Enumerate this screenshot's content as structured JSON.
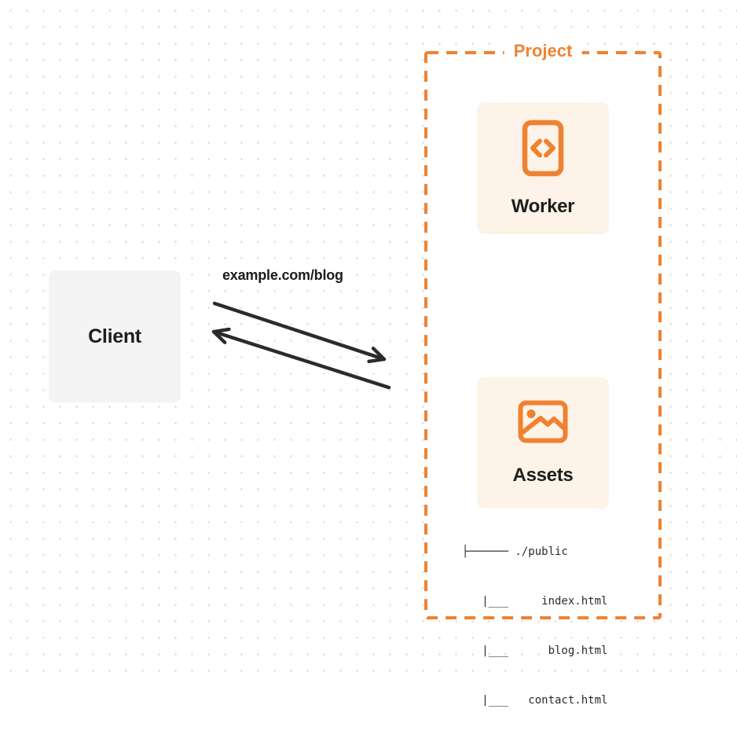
{
  "client": {
    "label": "Client"
  },
  "request": {
    "url_label": "example.com/blog"
  },
  "project": {
    "title": "Project",
    "worker": {
      "label": "Worker",
      "icon": "code-file-icon"
    },
    "assets": {
      "label": "Assets",
      "icon": "image-icon",
      "tree_lines": [
        "├────── ./public",
        "   |___     index.html",
        "   |___      blog.html",
        "   |___   contact.html"
      ]
    }
  },
  "icons": {
    "worker": "code-file-icon",
    "assets": "image-icon"
  },
  "colors": {
    "accent_orange": "#ef8231",
    "card_background": "#fdf3e8",
    "client_background": "#f4f4f5",
    "arrow_dark": "#2b2b2b",
    "text_dark": "#1e1e1e",
    "dot_grid": "#e2e2e6"
  }
}
